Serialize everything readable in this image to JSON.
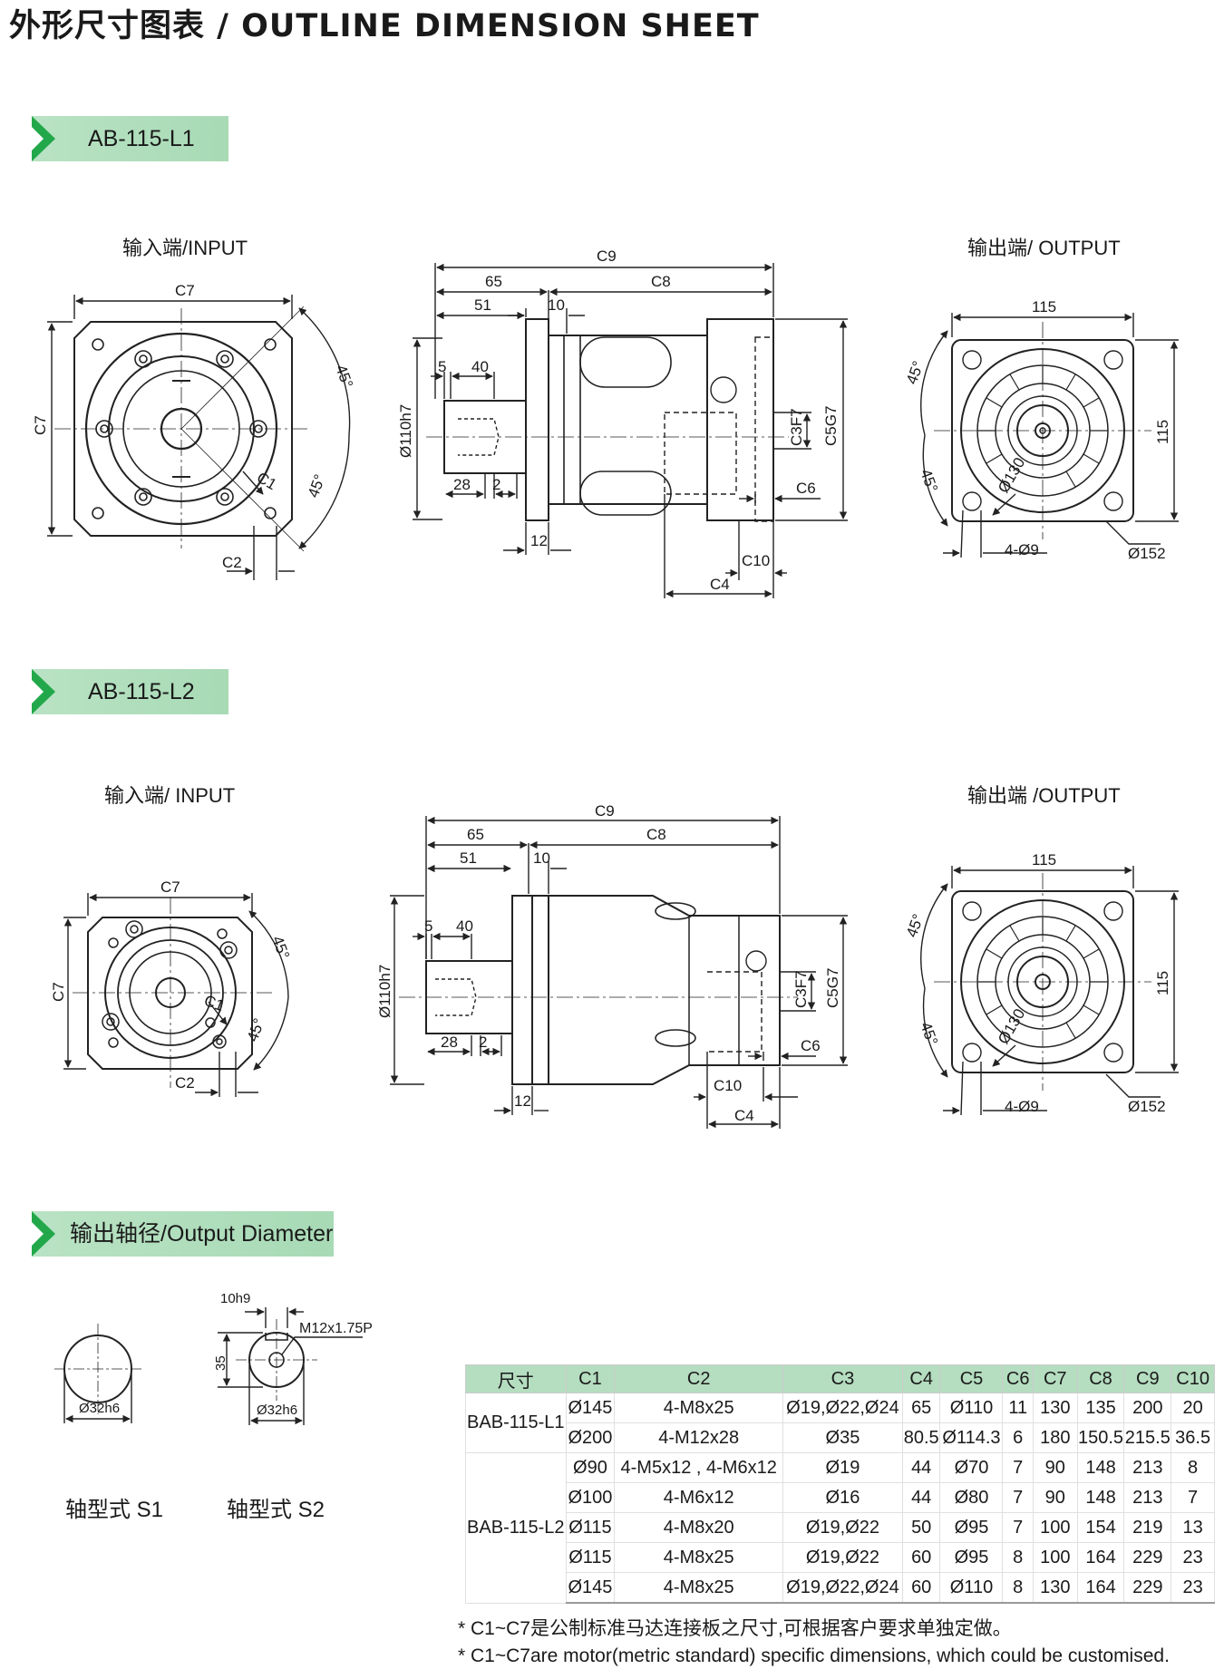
{
  "page_title": "外形尺寸图表 / OUTLINE DIMENSION SHEET",
  "sections": {
    "l1": "AB-115-L1",
    "l2": "AB-115-L2",
    "output_diameter": "输出轴径/Output Diameter"
  },
  "captions": {
    "l1_input": "输入端/INPUT",
    "l1_output": "输出端/ OUTPUT",
    "l2_input": "输入端/ INPUT",
    "l2_output": "输出端 /OUTPUT",
    "shaft_s1": "轴型式  S1",
    "shaft_s2": "轴型式  S2"
  },
  "dims": {
    "c1": "C1",
    "c2": "C2",
    "c3f7": "C3F7",
    "c4": "C4",
    "c5g7": "C5G7",
    "c6": "C6",
    "c7": "C7",
    "c8": "C8",
    "c9": "C9",
    "c10": "C10",
    "d65": "65",
    "d51": "51",
    "d10": "10",
    "d5": "5",
    "d40": "40",
    "d28": "28",
    "d2": "2",
    "d12": "12",
    "d110": "Ø110h7",
    "d115": "115",
    "a45": "45°",
    "d130": "Ø130",
    "d4x9": "4-Ø9",
    "d152": "Ø152",
    "shaft_d": "Ø32h6",
    "key": "10h9",
    "d35": "35",
    "thread": "M12x1.75P"
  },
  "table": {
    "headers": [
      "尺寸",
      "C1",
      "C2",
      "C3",
      "C4",
      "C5",
      "C6",
      "C7",
      "C8",
      "C9",
      "C10"
    ],
    "groups": [
      {
        "model": "BAB-115-L1",
        "rows": [
          [
            "Ø145",
            "4-M8x25",
            "Ø19,Ø22,Ø24",
            "65",
            "Ø110",
            "11",
            "130",
            "135",
            "200",
            "20"
          ],
          [
            "Ø200",
            "4-M12x28",
            "Ø35",
            "80.5",
            "Ø114.3",
            "6",
            "180",
            "150.5",
            "215.5",
            "36.5"
          ]
        ]
      },
      {
        "model": "BAB-115-L2",
        "rows": [
          [
            "Ø90",
            "4-M5x12 , 4-M6x12",
            "Ø19",
            "44",
            "Ø70",
            "7",
            "90",
            "148",
            "213",
            "8"
          ],
          [
            "Ø100",
            "4-M6x12",
            "Ø16",
            "44",
            "Ø80",
            "7",
            "90",
            "148",
            "213",
            "7"
          ],
          [
            "Ø115",
            "4-M8x20",
            "Ø19,Ø22",
            "50",
            "Ø95",
            "7",
            "100",
            "154",
            "219",
            "13"
          ],
          [
            "Ø115",
            "4-M8x25",
            "Ø19,Ø22",
            "60",
            "Ø95",
            "8",
            "100",
            "164",
            "229",
            "23"
          ],
          [
            "Ø145",
            "4-M8x25",
            "Ø19,Ø22,Ø24",
            "60",
            "Ø110",
            "8",
            "130",
            "164",
            "229",
            "23"
          ]
        ]
      }
    ]
  },
  "notes": {
    "cn": "* C1~C7是公制标准马达连接板之尺寸,可根据客户要求单独定做。",
    "en": "* C1~C7are motor(metric standard)  specific dimensions, which could be customised."
  }
}
